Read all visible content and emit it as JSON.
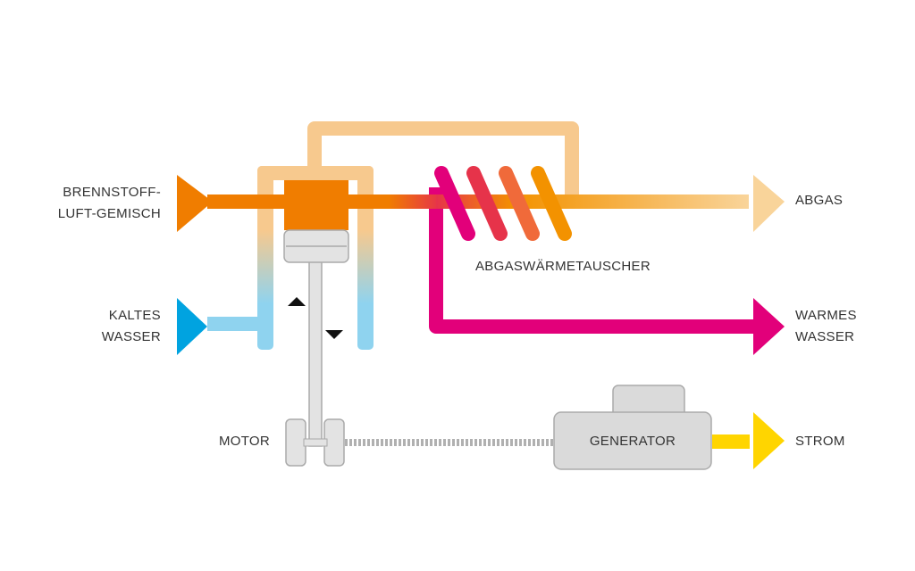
{
  "labels": {
    "fuel_line1": "BRENNSTOFF-",
    "fuel_line2": "LUFT-GEMISCH",
    "cold_line1": "KALTES",
    "cold_line2": "WASSER",
    "motor": "MOTOR",
    "exchanger": "ABGASWÄRMETAUSCHER",
    "exhaust": "ABGAS",
    "warm_line1": "WARMES",
    "warm_line2": "WASSER",
    "generator": "GENERATOR",
    "power": "STROM"
  },
  "colors": {
    "fuel_orange": "#f07d00",
    "exhaust_light": "#f7c98e",
    "exhaust_pale": "#f9d49a",
    "cold_blue": "#00a3e0",
    "cold_light_blue": "#8fd3ef",
    "warm_magenta": "#e2007a",
    "coil_red": "#e6334a",
    "coil_orange": "#f39200",
    "power_yellow": "#ffd500",
    "machine_gray": "#dadada",
    "machine_stroke": "#aaaaaa",
    "text": "#333333"
  }
}
